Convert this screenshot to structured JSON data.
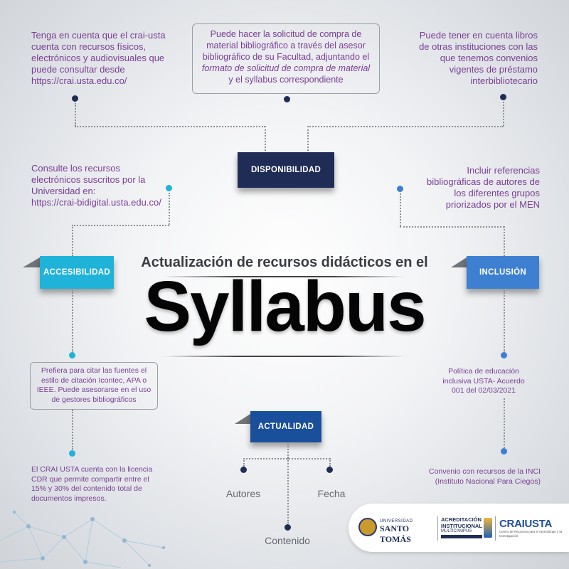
{
  "texts": {
    "top_left": [
      "Tenga en cuenta que el crai-usta",
      "cuenta con recursos físicos,",
      "electrónicos y audiovisuales que",
      "puede consultar desde",
      "https://crai.usta.edu.co/"
    ],
    "top_center": [
      "Puede hacer la solicitud de compra de",
      "material bibliográfico a través del asesor",
      "bibliográfico de su Facultad, adjuntando el",
      "formato de solicitud de compra de material",
      "y el syllabus correspondiente"
    ],
    "top_right": [
      "Puede tener en cuenta libros",
      "de otras instituciones con las",
      "que tenemos convenios",
      "vigentes de préstamo",
      "interbibliotecario"
    ],
    "mid_left": [
      "Consulte los recursos",
      "electrónicos suscritos por la",
      "Universidad en:",
      "https://crai-bidigital.usta.edu.co/"
    ],
    "mid_right": [
      "Incluir referencias",
      "bibliográficas de autores de",
      "los diferentes grupos",
      "priorizados por el MEN"
    ],
    "low_left_box": [
      "Prefiera para citar las fuentes el",
      "estilo de citación Icontec, APA o",
      "IEEE. Puede asesorarse en el uso",
      "de gestores bibliográficos"
    ],
    "bottom_left": [
      "El CRAI USTA cuenta con la licencia",
      "CDR que permite compartir entre el",
      "15% y 30% del contenido total  de",
      "documentos impresos."
    ],
    "low_right": [
      "Política de educación",
      "inclusiva USTA- Acuerdo",
      "001 del 02/03/2021"
    ],
    "bottom_right": [
      "Convenio con recursos de la INCI",
      "(Instituto Nacional Para Ciegos)"
    ]
  },
  "tags": {
    "disponibilidad": "DISPONIBILIDAD",
    "accesibilidad": "ACCESIBILIDAD",
    "inclusion": "INCLUSIÓN",
    "actualidad": "ACTUALIDAD"
  },
  "title": {
    "subtitle": "Actualización de recursos didácticos en el",
    "main": "Syllabus"
  },
  "actualidad_items": {
    "autores": "Autores",
    "fecha": "Fecha",
    "contenido": "Contenido"
  },
  "logos": {
    "santo_tomas_small": "UNIVERSIDAD",
    "santo_tomas": "SANTO TOMÁS",
    "acreditacion": "ACREDITACIÓN",
    "institucional": "INSTITUCIONAL",
    "multicampus": "MULTICAMPUS",
    "crai": "CRAIUSTA",
    "crai_sub": "Centro de Recursos para el Aprendizaje y la Investigación"
  },
  "colors": {
    "navy": "#1f2d56",
    "cyan": "#1fb3d9",
    "blue": "#3d7fd1",
    "dark_blue": "#1a4f9c",
    "purple": "#7a3e96"
  }
}
